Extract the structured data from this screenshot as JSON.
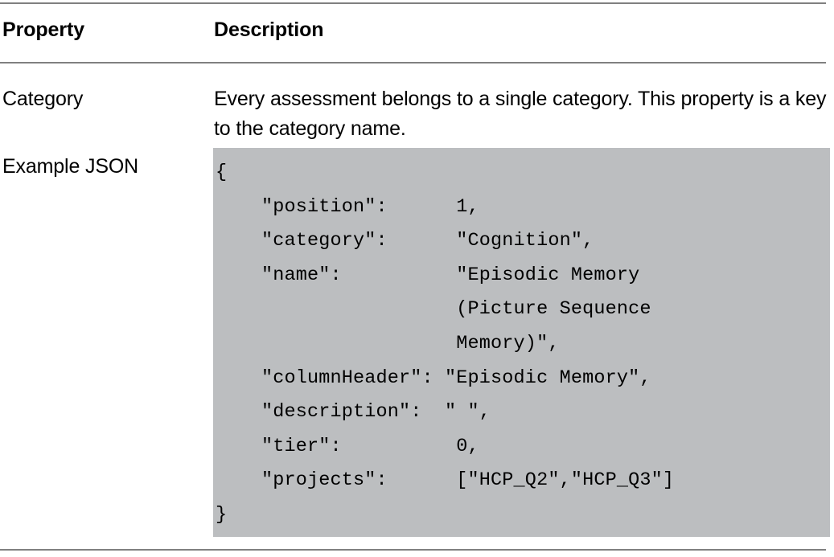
{
  "table": {
    "columns": [
      {
        "id": "property",
        "header": "Property"
      },
      {
        "id": "description",
        "header": "Description"
      }
    ],
    "rows": [
      {
        "property": "Category",
        "description": "Every assessment belongs to a single category. This property is a key to the category name."
      },
      {
        "property": "Example JSON",
        "code": "{\n    \"position\":      1,\n    \"category\":      \"Cognition\",\n    \"name\":          \"Episodic Memory\n                     (Picture Sequence\n                     Memory)\",\n    \"columnHeader\": \"Episodic Memory\",\n    \"description\":  \" \",\n    \"tier\":          0,\n    \"projects\":      [\"HCP_Q2\",\"HCP_Q3\"]\n}"
      }
    ]
  },
  "style": {
    "rule_color": "#808080",
    "code_background": "#bcbec0",
    "text_color": "#000000",
    "page_background": "#ffffff"
  }
}
